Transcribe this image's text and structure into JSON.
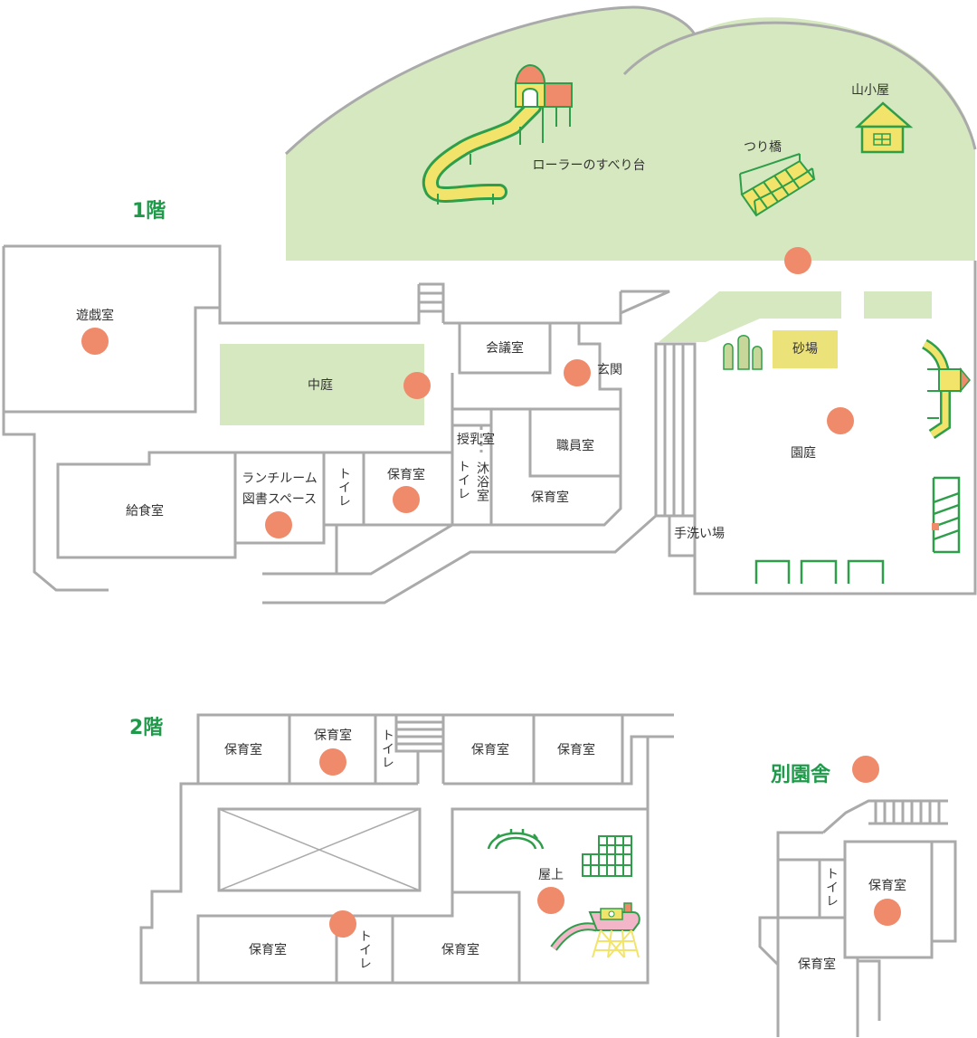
{
  "floors": {
    "first": "1階",
    "second": "2階",
    "annex": "別園舎"
  },
  "rooms_1f": {
    "playroom": "遊戯室",
    "courtyard": "中庭",
    "meeting_room": "会議室",
    "entrance": "玄関",
    "nursing_room": "授乳室",
    "staff_room": "職員室",
    "kitchen": "給食室",
    "lunchroom_line1": "ランチルーム",
    "lunchroom_line2": "図書スペース",
    "toilet_a": "トイレ",
    "nursery_a": "保育室",
    "toilet_b": "トイレ",
    "bath": "沐浴室",
    "nursery_b": "保育室",
    "washing_area": "手洗い場",
    "garden": "園庭",
    "sandbox": "砂場"
  },
  "outdoor": {
    "roller_slide": "ローラーのすべり台",
    "suspension_bridge": "つり橋",
    "mountain_hut": "山小屋"
  },
  "rooms_2f": {
    "nursery_1": "保育室",
    "nursery_2": "保育室",
    "toilet_top": "トイレ",
    "nursery_3": "保育室",
    "nursery_4": "保育室",
    "rooftop": "屋上",
    "nursery_5": "保育室",
    "toilet_bottom": "トイレ",
    "nursery_6": "保育室"
  },
  "rooms_annex": {
    "toilet": "トイレ",
    "nursery_a": "保育室",
    "nursery_b": "保育室"
  },
  "colors": {
    "wall": "#aaaaaa",
    "green_area": "#d5e8bf",
    "marker": "#ef8a6b",
    "heading": "#1f9a4a",
    "play_green": "#2e9e4a",
    "play_yellow": "#f2e46a",
    "sandbox": "#ece27a"
  },
  "markers": {
    "photo_spot": "marker-dot"
  }
}
